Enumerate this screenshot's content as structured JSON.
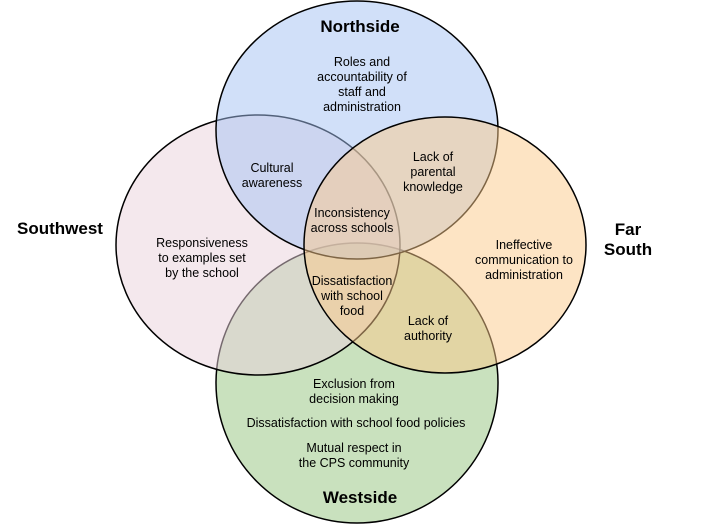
{
  "circles": [
    {
      "id": "northside",
      "label": "Northside",
      "color": "#a4c2f4"
    },
    {
      "id": "southwest",
      "label": "Southwest",
      "color": "#ead1dc"
    },
    {
      "id": "far-south",
      "label_lines": [
        "Far",
        "South"
      ],
      "color": "#fcc98a"
    },
    {
      "id": "westside",
      "label": "Westside",
      "color": "#93c47d"
    }
  ],
  "regions": {
    "northside_only": [
      "Roles and",
      "accountability of",
      "staff and",
      "administration"
    ],
    "north_southwest": [
      "Cultural",
      "awareness"
    ],
    "north_farsouth": [
      "Lack of",
      "parental",
      "knowledge"
    ],
    "center_top": [
      "Inconsistency",
      "across schools"
    ],
    "southwest_only": [
      "Responsiveness",
      "to examples set",
      "by the school"
    ],
    "farsouth_only": [
      "Ineffective",
      "communication to",
      "administration"
    ],
    "center_bottom": [
      "Dissatisfaction",
      "with school",
      "food"
    ],
    "west_farsouth": [
      "Lack of",
      "authority"
    ],
    "westside_1": [
      "Exclusion from",
      "decision making"
    ],
    "westside_2": [
      "Dissatisfaction with school food policies"
    ],
    "westside_3": [
      "Mutual respect in",
      "the CPS community"
    ]
  }
}
